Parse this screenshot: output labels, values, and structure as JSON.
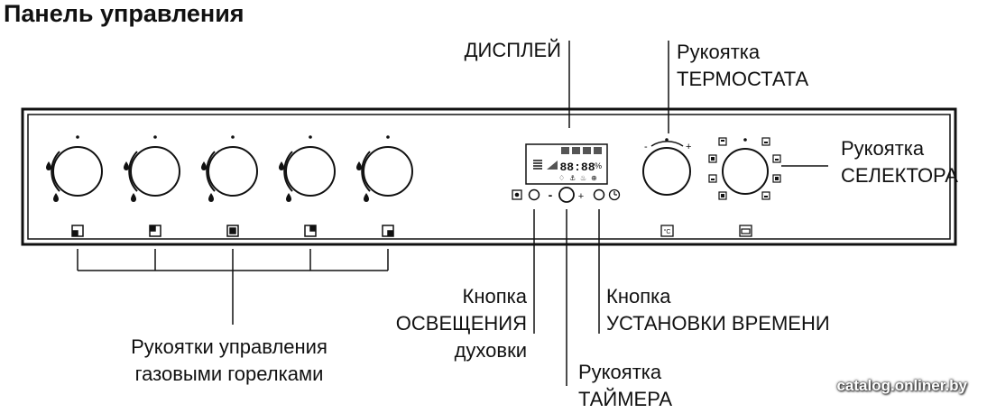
{
  "title": "Панель управления",
  "display": {
    "readout": "88:88"
  },
  "labels": {
    "display": [
      "ДИСПЛЕЙ"
    ],
    "thermostat": [
      "Рукоятка",
      "ТЕРМОСТАТА"
    ],
    "selector": [
      "Рукоятка",
      "СЕЛЕКТОРА"
    ],
    "light_button": [
      "Кнопка",
      "ОСВЕЩЕНИЯ",
      "духовки"
    ],
    "time_button": [
      "Кнопка",
      "УСТАНОВКИ ВРЕМЕНИ"
    ],
    "timer": [
      "Рукоятка",
      "ТАЙМЕРА"
    ],
    "gas_knobs": [
      "Рукоятки управления",
      "газовыми горелками"
    ]
  },
  "icons": {
    "burner_knobs": [
      "burner-front-left-icon",
      "burner-rear-left-icon",
      "burner-center-icon",
      "burner-rear-right-icon",
      "burner-front-right-icon"
    ],
    "thermostat_symbol": "°C",
    "selector_symbol": "oven-icon",
    "light_symbol": "lamp-icon",
    "clock_symbol": "clock-icon",
    "flame_symbol": "flame-icon",
    "timer_minus": "-",
    "timer_plus": "+"
  },
  "watermark": "catalog.onliner.by"
}
